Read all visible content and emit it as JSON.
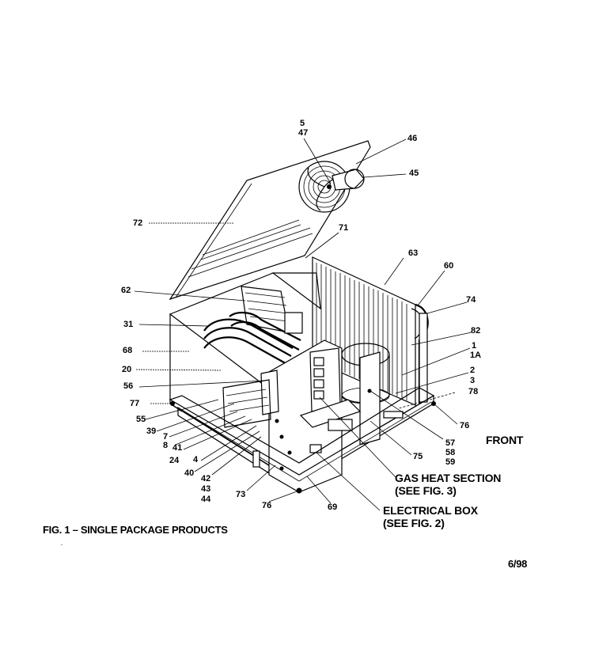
{
  "caption": "FIG. 1 – SINGLE PACKAGE PRODUCTS",
  "date_code": "6/98",
  "front_label": "FRONT",
  "gas_heat_section": {
    "line1": "GAS HEAT SECTION",
    "line2": "(SEE FIG. 3)"
  },
  "electrical_box": {
    "line1": "ELECTRICAL BOX",
    "line2": "(SEE FIG. 2)"
  },
  "callouts": {
    "c5": "5",
    "c47": "47",
    "c46": "46",
    "c45": "45",
    "c72": "72",
    "c71": "71",
    "c63": "63",
    "c60": "60",
    "c74": "74",
    "c62": "62",
    "c31": "31",
    "c82": "82",
    "c1": "1",
    "c1A": "1A",
    "c68": "68",
    "c20": "20",
    "c2": "2",
    "c3": "3",
    "c78": "78",
    "c56": "56",
    "c77": "77",
    "c76a": "76",
    "c55": "55",
    "c39": "39",
    "c7": "7",
    "c8": "8",
    "c41": "41",
    "c24": "24",
    "c4": "4",
    "c40": "40",
    "c42": "42",
    "c43": "43",
    "c44": "44",
    "c73": "73",
    "c76b": "76",
    "c69": "69",
    "c75": "75",
    "c57": "57",
    "c58": "58",
    "c59": "59"
  }
}
